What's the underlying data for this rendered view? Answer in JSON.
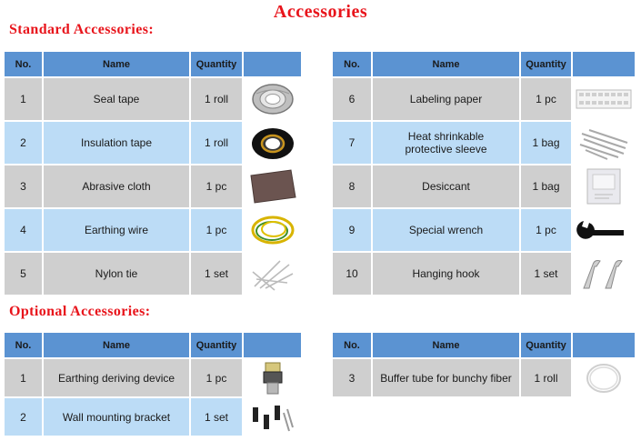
{
  "title": "Accessories",
  "standard": {
    "heading": "Standard Accessories:",
    "headers": {
      "no": "No.",
      "name": "Name",
      "qty": "Quantity"
    },
    "left": [
      {
        "no": "1",
        "name": "Seal tape",
        "qty": "1 roll",
        "icon": "seal-tape-icon"
      },
      {
        "no": "2",
        "name": "Insulation tape",
        "qty": "1 roll",
        "icon": "insulation-tape-icon"
      },
      {
        "no": "3",
        "name": "Abrasive cloth",
        "qty": "1 pc",
        "icon": "abrasive-cloth-icon"
      },
      {
        "no": "4",
        "name": "Earthing wire",
        "qty": "1 pc",
        "icon": "earthing-wire-icon"
      },
      {
        "no": "5",
        "name": "Nylon tie",
        "qty": "1 set",
        "icon": "nylon-tie-icon"
      }
    ],
    "right": [
      {
        "no": "6",
        "name": "Labeling paper",
        "qty": "1 pc",
        "icon": "labeling-paper-icon"
      },
      {
        "no": "7",
        "name": "Heat shrinkable protective sleeve",
        "name_line1": "Heat shrinkable",
        "name_line2": "protective sleeve",
        "qty": "1 bag",
        "icon": "heat-shrink-sleeve-icon"
      },
      {
        "no": "8",
        "name": "Desiccant",
        "qty": "1 bag",
        "icon": "desiccant-icon"
      },
      {
        "no": "9",
        "name": "Special wrench",
        "qty": "1 pc",
        "icon": "wrench-icon"
      },
      {
        "no": "10",
        "name": "Hanging hook",
        "qty": "1 set",
        "icon": "hanging-hook-icon"
      }
    ]
  },
  "optional": {
    "heading": "Optional Accessories:",
    "headers": {
      "no": "No.",
      "name": "Name",
      "qty": "Quantity"
    },
    "left": [
      {
        "no": "1",
        "name": "Earthing deriving device",
        "qty": "1 pc",
        "icon": "earthing-device-icon"
      },
      {
        "no": "2",
        "name": "Wall mounting bracket",
        "qty": "1 set",
        "icon": "wall-bracket-icon"
      }
    ],
    "right": [
      {
        "no": "3",
        "name": "Buffer tube for bunchy fiber",
        "qty": "1 roll",
        "icon": "buffer-tube-icon"
      }
    ]
  },
  "colors": {
    "title_red": "#e8141b",
    "header_blue": "#5b93d2",
    "row_gray": "#cfcfcf",
    "row_light_blue": "#bcdcf6"
  }
}
